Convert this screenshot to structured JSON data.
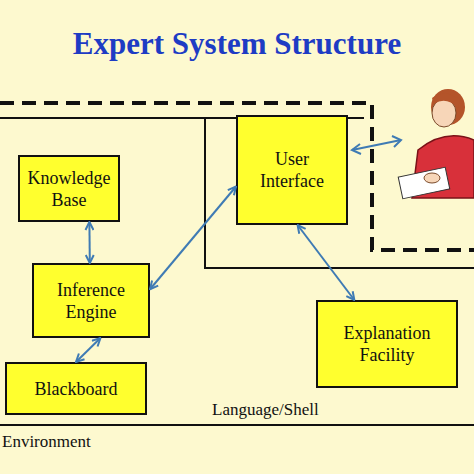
{
  "diagram": {
    "title": "Expert System Structure",
    "nodes": [
      {
        "text": [
          "Knowledge Base"
        ]
      },
      {
        "text": [
          "User Interface"
        ]
      },
      {
        "text": [
          "Inference Engine"
        ]
      },
      {
        "text": [
          "Explanation Facility"
        ]
      },
      {
        "text": [
          "Blackboard"
        ]
      }
    ],
    "edges": [
      {
        "from": 0,
        "to": 2,
        "arrow": "both"
      },
      {
        "from": 2,
        "to": 1,
        "arrow": "both"
      },
      {
        "from": 1,
        "to": 3,
        "arrow": "both"
      },
      {
        "from": 2,
        "to": 4,
        "arrow": "both"
      }
    ],
    "labels": [
      "Language/Shell",
      "Environment"
    ]
  }
}
